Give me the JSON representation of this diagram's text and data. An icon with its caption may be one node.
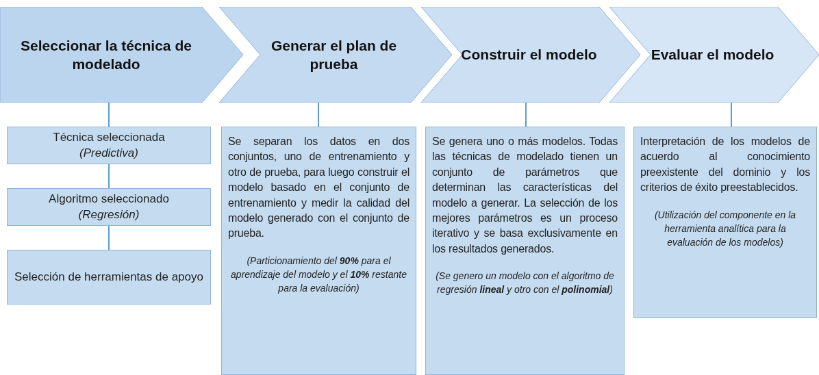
{
  "diagram": {
    "nodes": [
      {
        "text": [
          "Seleccionar la técnica de modelado"
        ]
      },
      {
        "text": [
          "Generar el plan de prueba"
        ]
      },
      {
        "text": [
          "Construir el modelo"
        ]
      },
      {
        "text": [
          "Evaluar el modelo"
        ]
      },
      {
        "text": [
          "Técnica seleccionada",
          "(Predictiva)"
        ]
      },
      {
        "text": [
          "Algoritmo seleccionado",
          "(Regresión)"
        ]
      },
      {
        "text": [
          "Selección de herramientas de apoyo"
        ]
      },
      {
        "text": [
          "Se separan los datos en dos conjuntos, uno de entrenamiento y otro de prueba, para luego construir el modelo basado en el conjunto de entrenamiento y medir la calidad del modelo generado con el conjunto de prueba.",
          "(Particionamiento del **90%** para el aprendizaje del modelo y el **10%** restante para la evaluación)"
        ]
      },
      {
        "text": [
          "Se genera uno o más modelos. Todas las técnicas de modelado tienen un conjunto de parámetros que determinan las características del modelo a generar. La selección de los mejores parámetros es un proceso iterativo y se basa exclusivamente en los resultados generados.",
          "(Se genero un modelo con el algoritmo de regresión **lineal** y otro con el **polinomial**)"
        ]
      },
      {
        "text": [
          "Interpretación de los modelos de acuerdo al conocimiento preexistente del dominio y los criterios de éxito preestablecidos.",
          "(Utilización del componente en la herramienta analítica para la evaluación de los modelos)"
        ]
      }
    ],
    "edges": [
      {
        "from": 0,
        "to": 4,
        "arrow": "none"
      },
      {
        "from": 4,
        "to": 5,
        "arrow": "none"
      },
      {
        "from": 5,
        "to": 6,
        "arrow": "none"
      },
      {
        "from": 1,
        "to": 7,
        "arrow": "none"
      },
      {
        "from": 2,
        "to": 8,
        "arrow": "none"
      },
      {
        "from": 3,
        "to": 9,
        "arrow": "none"
      }
    ]
  }
}
